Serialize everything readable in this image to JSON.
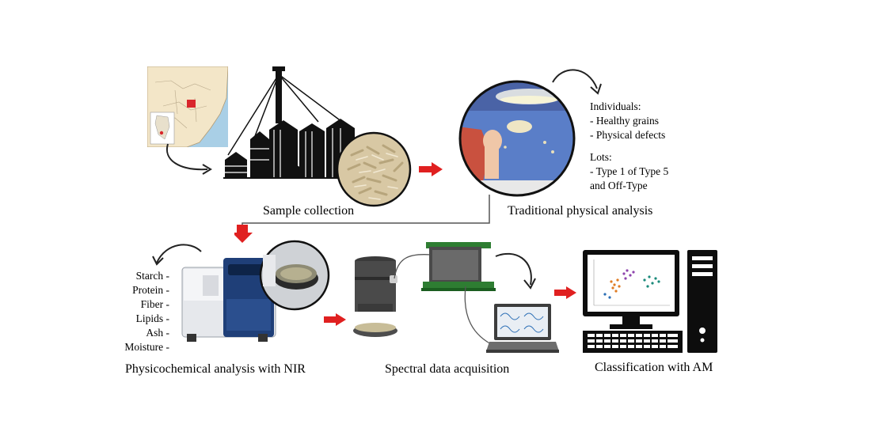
{
  "captions": {
    "sample_collection": "Sample collection",
    "traditional_analysis": "Traditional physical analysis",
    "nir_analysis": "Physicochemical analysis with NIR",
    "spectral_acquisition": "Spectral data acquisition",
    "classification": "Classification with AM"
  },
  "physical_analysis_notes": {
    "individuals_title": "Individuals:",
    "individuals": [
      "- Healthy grains",
      "- Physical defects"
    ],
    "lots_title": "Lots:",
    "lots": [
      "- Type 1 of Type 5",
      "and Off-Type"
    ]
  },
  "nir_parameters": [
    "Starch -",
    "Protein -",
    "Fiber -",
    "Lipids -",
    "Ash -",
    "Moisture -"
  ],
  "colors": {
    "flow_arrow": "#e02020",
    "connector_line": "#555555",
    "silo": "#111111",
    "nir_blue": "#1f3f78",
    "sensor_green": "#2e7d32",
    "map_land": "#f3e6c8",
    "map_highlight": "#d9262c",
    "map_sea": "#a9cfe6"
  }
}
